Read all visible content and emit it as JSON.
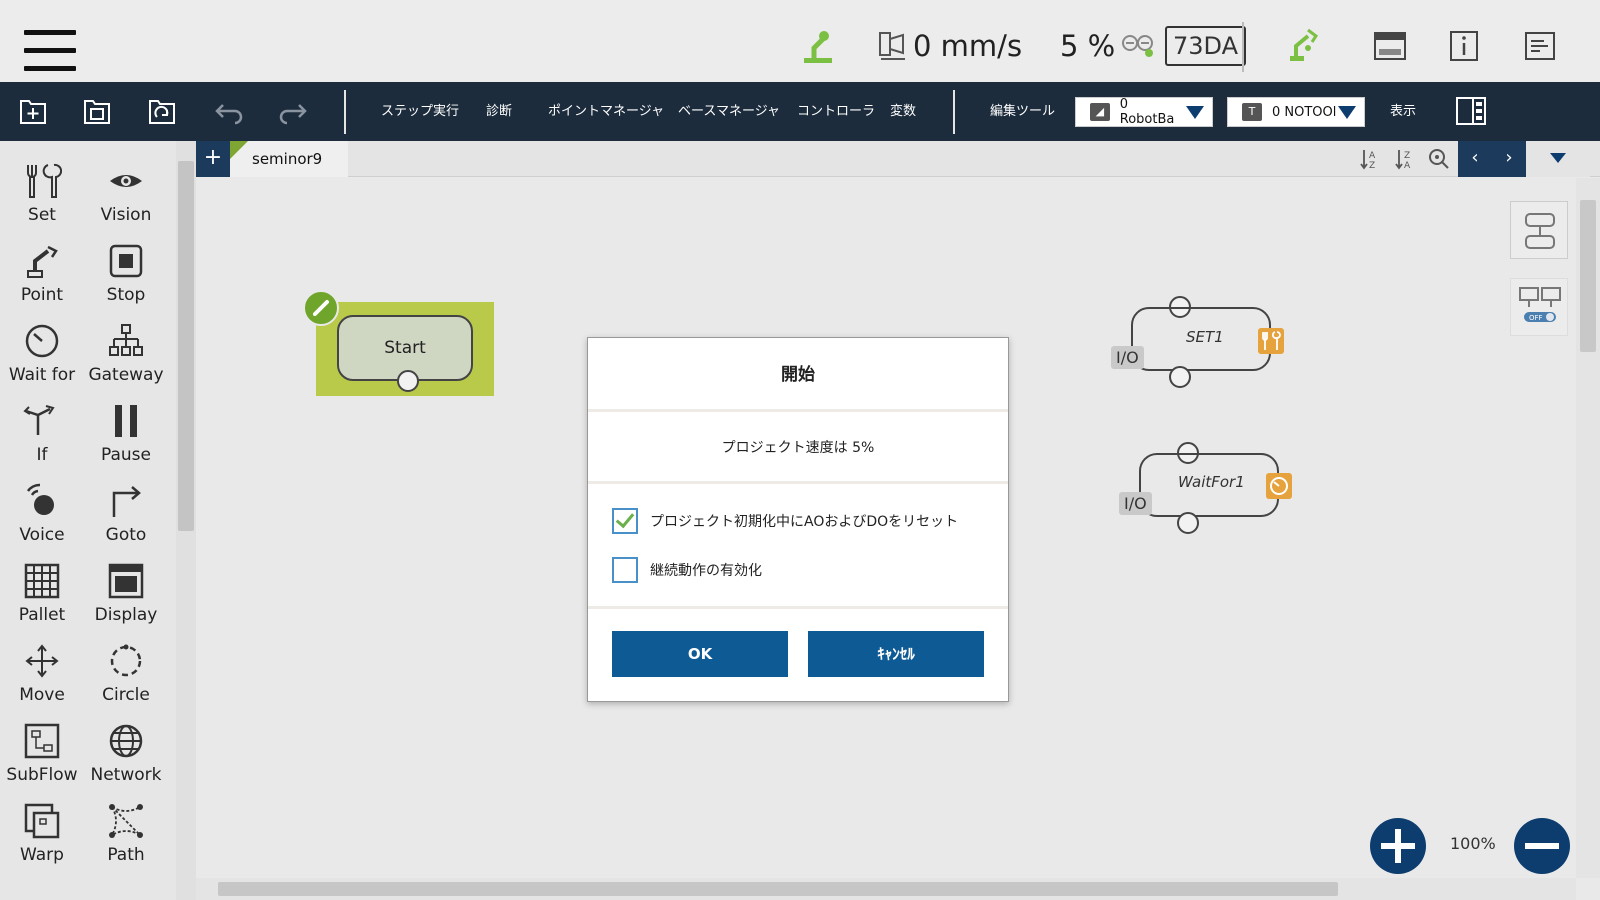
{
  "status_bar": {
    "speed_value": "0 mm/s",
    "speed_percent": "5 %",
    "key_code": "73DA",
    "icons": [
      "hamburger-menu-icon",
      "robot-arm-status-icon",
      "speed-gauge-icon",
      "speed-adjust-icon",
      "hand-guide-icon",
      "display-panel-icon",
      "info-icon",
      "log-icon"
    ]
  },
  "toolbar": {
    "menu": {
      "step_run": "ステップ実行",
      "diagnostics": "診断",
      "point_manager": "ポイントマネージャ",
      "base_manager": "ベースマネージャ",
      "controller": "コントローラ",
      "variables": "変数",
      "edit_tools": "編集ツール",
      "display": "表示"
    },
    "base_select": {
      "value": "0 RobotBa",
      "lead": ""
    },
    "tool_select": {
      "value": "0 NOTOOl",
      "lead": "T"
    }
  },
  "palette": {
    "items": [
      {
        "label": "Set",
        "icon": "tools-icon"
      },
      {
        "label": "Vision",
        "icon": "eye-icon"
      },
      {
        "label": "Point",
        "icon": "robot-arm-icon"
      },
      {
        "label": "Stop",
        "icon": "stop-icon"
      },
      {
        "label": "Wait for",
        "icon": "clock-icon"
      },
      {
        "label": "Gateway",
        "icon": "hierarchy-icon"
      },
      {
        "label": "If",
        "icon": "branch-icon"
      },
      {
        "label": "Pause",
        "icon": "pause-icon"
      },
      {
        "label": "Voice",
        "icon": "voice-icon"
      },
      {
        "label": "Goto",
        "icon": "goto-arrow-icon"
      },
      {
        "label": "Pallet",
        "icon": "grid-icon"
      },
      {
        "label": "Display",
        "icon": "display-icon"
      },
      {
        "label": "Move",
        "icon": "move-arrows-icon"
      },
      {
        "label": "Circle",
        "icon": "circle-dotted-icon"
      },
      {
        "label": "SubFlow",
        "icon": "subflow-icon"
      },
      {
        "label": "Network",
        "icon": "globe-icon"
      },
      {
        "label": "Warp",
        "icon": "warp-icon"
      },
      {
        "label": "Path",
        "icon": "path-icon"
      }
    ]
  },
  "tabs": {
    "add_label": "+",
    "active_tab": "seminor9",
    "prev_label": "‹",
    "next_label": "›"
  },
  "canvas": {
    "start_node": "Start",
    "set_node": {
      "title": "SET1",
      "tag": "I/O"
    },
    "waitfor_node": {
      "title": "WaitFor1",
      "tag": "I/O"
    },
    "zoom": "100%"
  },
  "dialog": {
    "title": "開始",
    "message": "プロジェクト速度は 5%",
    "checkbox_reset": {
      "label": "プロジェクト初期化中にAOおよびDOをリセット",
      "checked": true
    },
    "checkbox_continuous": {
      "label": "継続動作の有効化",
      "checked": false
    },
    "ok_label": "OK",
    "cancel_label": "ｷｬﾝｾﾙ"
  },
  "colors": {
    "toolbar_bg": "#1c2c3c",
    "accent_blue": "#0d5a94",
    "start_highlight": "#b9c94a",
    "check_green": "#6ab04c"
  }
}
